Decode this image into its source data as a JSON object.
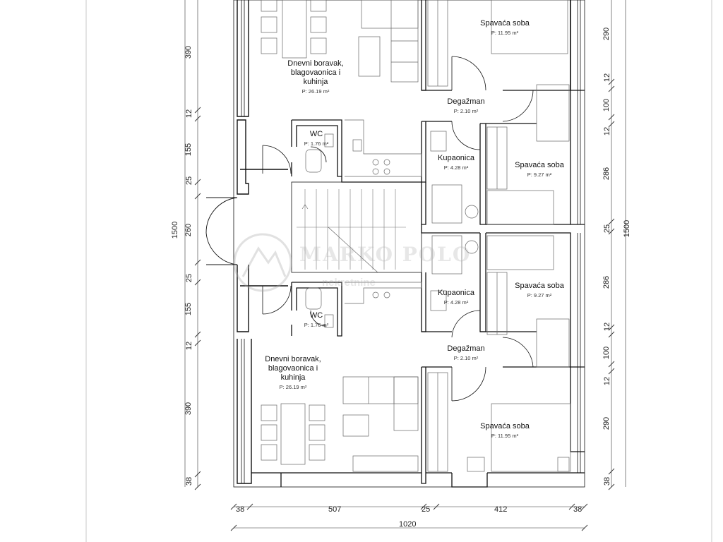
{
  "rooms": {
    "living_top": {
      "l1": "Dnevni boravak,",
      "l2": "blagovaonica i",
      "l3": "kuhinja",
      "area": "P: 26.19 m²"
    },
    "bed_top": {
      "name": "Spavaća soba",
      "area": "P: 11.95 m²"
    },
    "hall_top": {
      "name": "Degažman",
      "area": "P: 2.10 m²"
    },
    "wc_top": {
      "name": "WC",
      "area": "P: 1.76 m²"
    },
    "bath_top": {
      "name": "Kupaonica",
      "area": "P: 4.28 m²"
    },
    "bed2_top": {
      "name": "Spavaća soba",
      "area": "P: 9.27 m²"
    },
    "bath_bot": {
      "name": "Kupaonica",
      "area": "P: 4.28 m²"
    },
    "bed2_bot": {
      "name": "Spavaća soba",
      "area": "P: 9.27 m²"
    },
    "wc_bot": {
      "name": "WC",
      "area": "P: 1.76 m²"
    },
    "hall_bot": {
      "name": "Degažman",
      "area": "P: 2.10 m²"
    },
    "living_bot": {
      "l1": "Dnevni boravak,",
      "l2": "blagovaonica i",
      "l3": "kuhinja",
      "area": "P: 26.19 m²"
    },
    "bed_bot": {
      "name": "Spavaća soba",
      "area": "P: 11.95 m²"
    }
  },
  "dims_left": [
    "390",
    "12",
    "155",
    "25",
    "260",
    "25",
    "155",
    "12",
    "390",
    "38"
  ],
  "dims_left_total": "1500",
  "dims_right": [
    "290",
    "12",
    "100",
    "12",
    "286",
    "25",
    "286",
    "12",
    "100",
    "12",
    "290",
    "38"
  ],
  "dims_right_total": "1500",
  "dims_bottom": [
    "38",
    "507",
    "25",
    "412",
    "38"
  ],
  "dims_bottom_total": "1020",
  "watermark": {
    "line1": "MARKO POLO",
    "line2": "nekretnine"
  }
}
